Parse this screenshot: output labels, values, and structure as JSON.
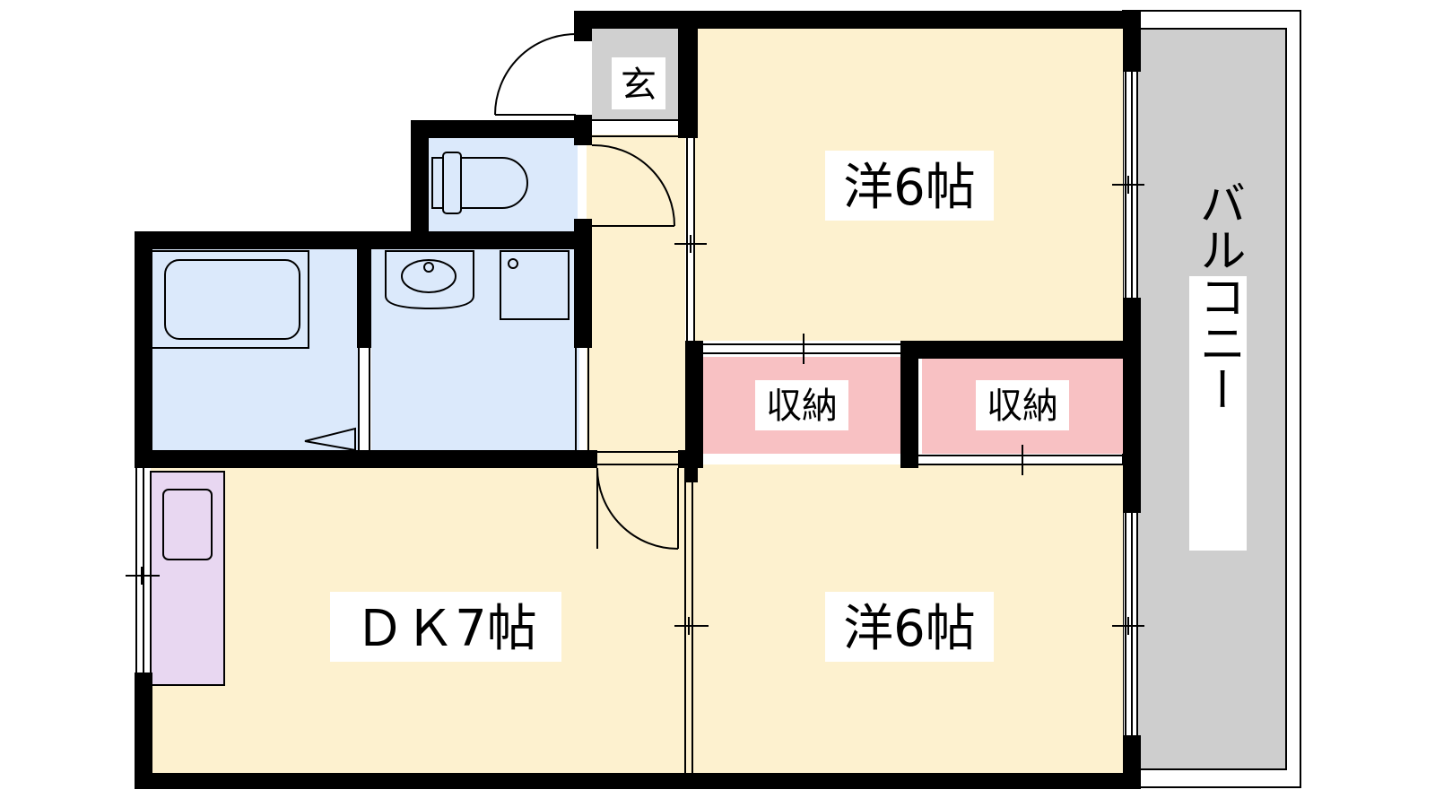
{
  "rooms": {
    "western_top": "洋6帖",
    "western_bottom": "洋6帖",
    "dk": "ＤＫ7帖",
    "storage_left": "収納",
    "storage_right": "収納",
    "entrance": "玄",
    "balcony": "バルコニー"
  },
  "colors": {
    "wall": "#000000",
    "living": "#fdf1cf",
    "wet": "#dbe9fb",
    "storage": "#f8c1c3",
    "entrance": "#d0d0d0",
    "balcony": "#cecece",
    "kitchen": "#e8d7f1"
  },
  "fixtures": [
    "bathtub-icon",
    "toilet-icon",
    "washbasin-icon",
    "washing-machine-icon",
    "sink-icon"
  ]
}
